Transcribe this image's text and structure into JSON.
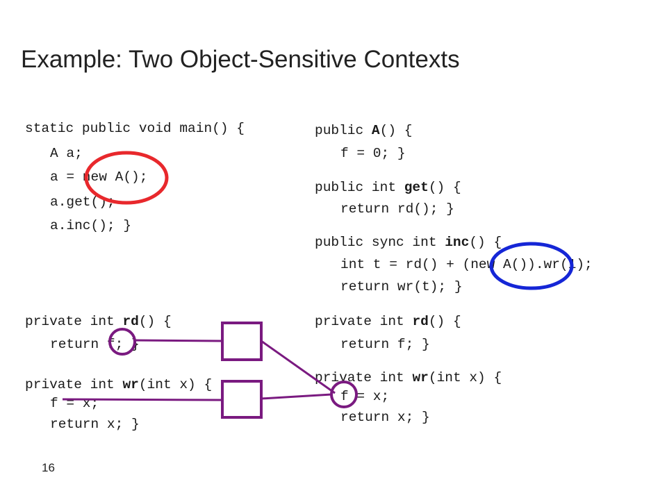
{
  "slide": {
    "title": "Example: Two Object-Sensitive Contexts",
    "page_number": "16"
  },
  "code": {
    "main_sig": "static public void main() {",
    "main_decl": "A a;",
    "main_new": "a = new A();",
    "main_get": "a.get();",
    "main_inc": "a.inc(); }",
    "ctor_prefix": "public ",
    "ctor_name": "A",
    "ctor_suffix": "() {",
    "ctor_body": "f = 0; }",
    "get_prefix": "public int ",
    "get_name": "get",
    "get_suffix": "() {",
    "get_body": "return rd(); }",
    "inc_prefix": "public sync int ",
    "inc_name": "inc",
    "inc_suffix": "() {",
    "inc_body1": "int t = rd() + (new A()).wr(1);",
    "inc_body2": "return wr(t); }",
    "rd_prefix": "private int ",
    "rd_name": "rd",
    "rd_suffix": "() {",
    "rd_body": "return f; }",
    "wr_prefix": "private int ",
    "wr_name": "wr",
    "wr_suffix": "(int x) {",
    "wr_body1": "f = x;",
    "wr_body2": "return x; }"
  },
  "colors": {
    "red_circle": "#e8282c",
    "blue_circle": "#1526d6",
    "purple": "#7a1a80"
  }
}
